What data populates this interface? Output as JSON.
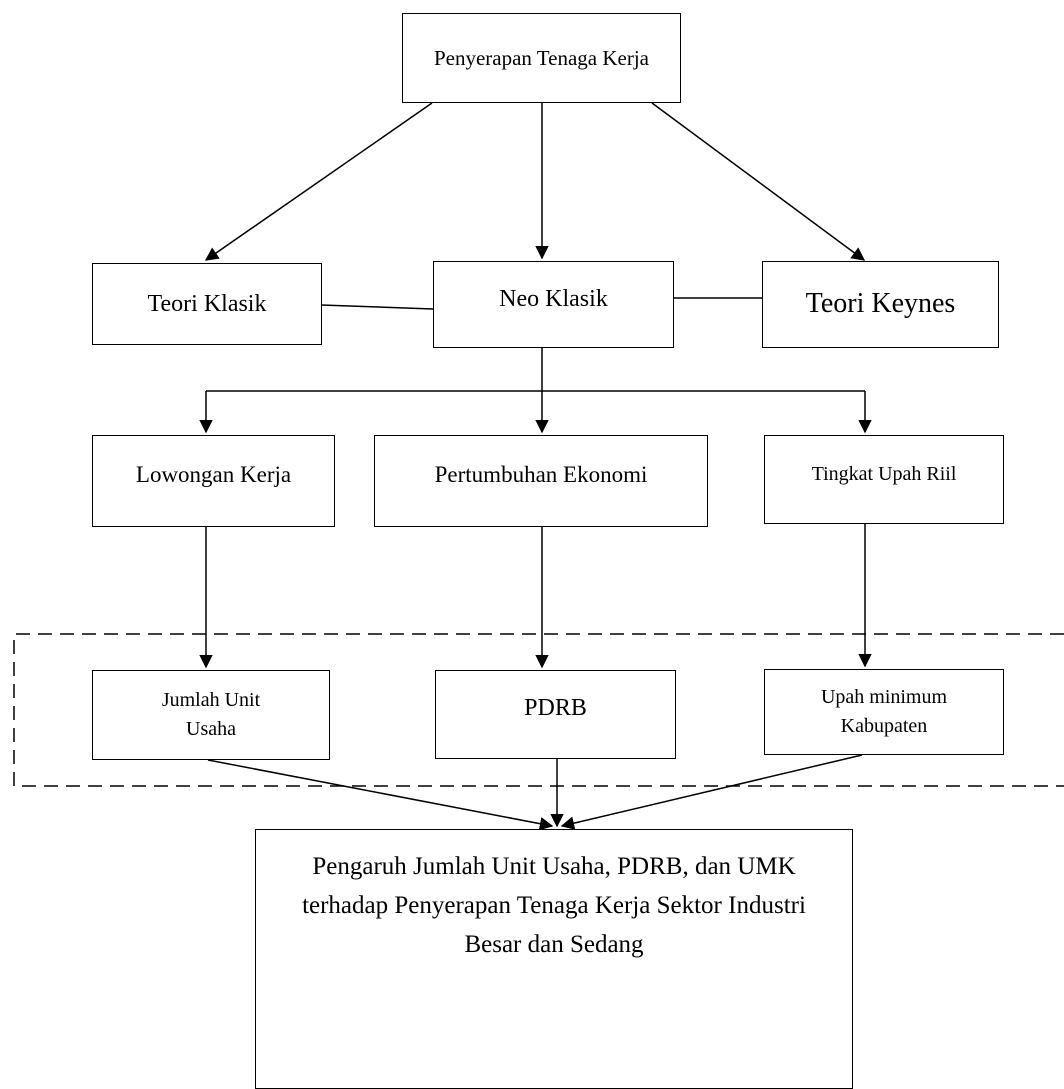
{
  "nodes": {
    "top": "Penyerapan Tenaga Kerja",
    "teori_klasik": "Teori Klasik",
    "neo_klasik": "Neo Klasik",
    "teori_keynes": "Teori Keynes",
    "lowongan_kerja": "Lowongan Kerja",
    "pertumbuhan_ekonomi": "Pertumbuhan Ekonomi",
    "tingkat_upah_riil": "Tingkat Upah Riil",
    "jumlah_unit_usaha": "Jumlah Unit Usaha",
    "pdrb": "PDRB",
    "upah_minimum": "Upah minimum Kabupaten",
    "result": "Pengaruh Jumlah Unit Usaha, PDRB, dan UMK terhadap Penyerapan Tenaga Kerja Sektor Industri Besar dan Sedang"
  }
}
